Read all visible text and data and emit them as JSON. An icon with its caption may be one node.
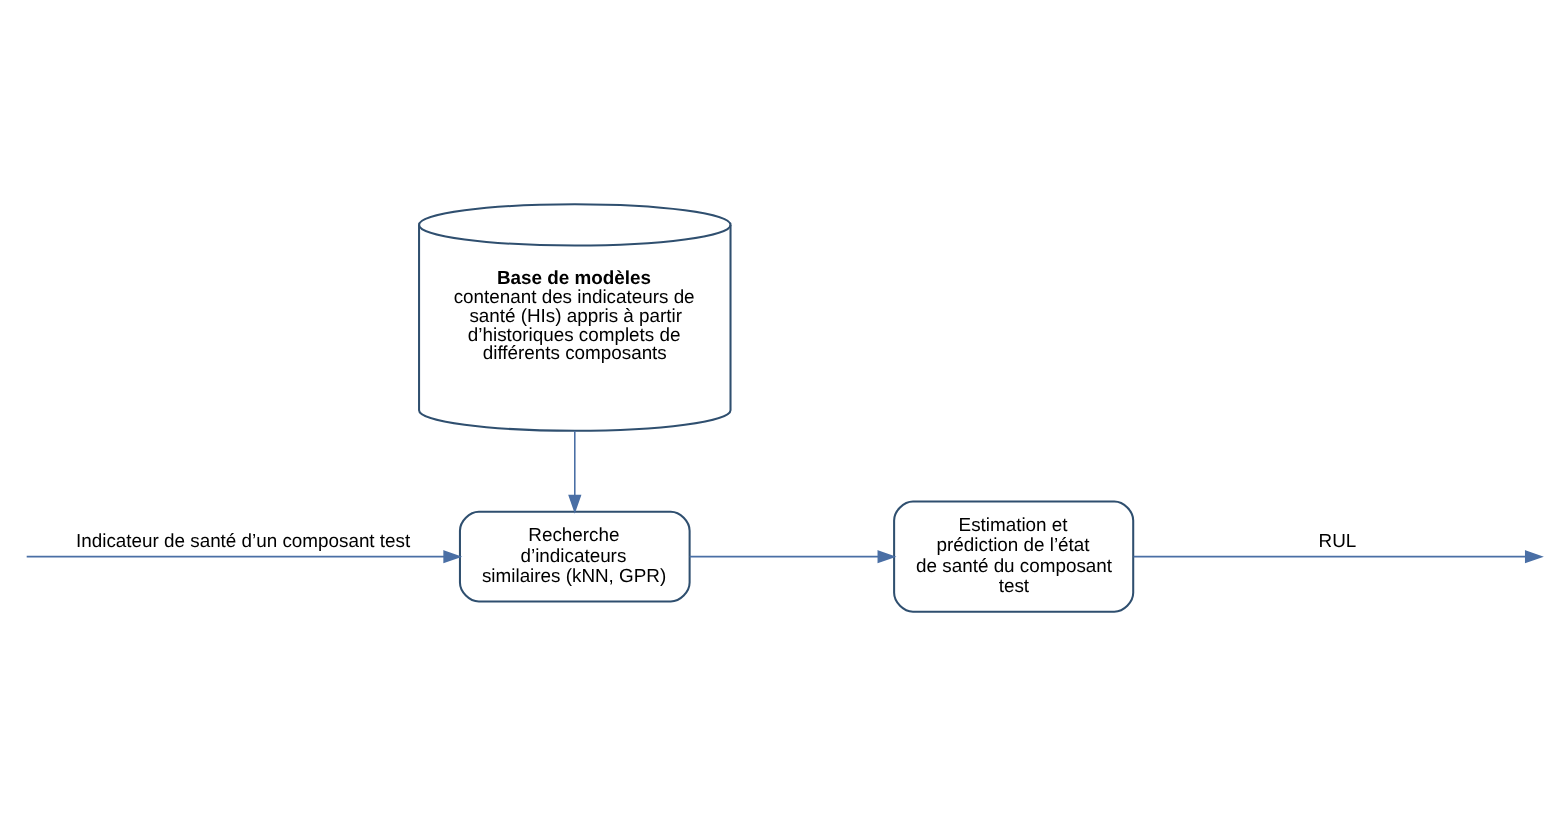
{
  "diagram": {
    "nodes": [
      {
        "text": [
          "Base de modèles",
          "contenant des indicateurs de santé (HIs) appris à partir d’historiques complets de différents composants"
        ]
      },
      {
        "text": [
          "Recherche d’indicateurs similaires (kNN, GPR)"
        ]
      },
      {
        "text": [
          "Estimation et prédiction de l’état de santé du composant test"
        ]
      }
    ],
    "edges": [
      {
        "from": 0,
        "to": 1,
        "arrow": "to"
      },
      {
        "from": null,
        "to": 1,
        "arrow": "to",
        "label": "Indicateur de santé d’un composant test"
      },
      {
        "from": 1,
        "to": 2,
        "arrow": "to"
      },
      {
        "from": 2,
        "to": null,
        "arrow": "to",
        "label": "RUL"
      }
    ]
  }
}
